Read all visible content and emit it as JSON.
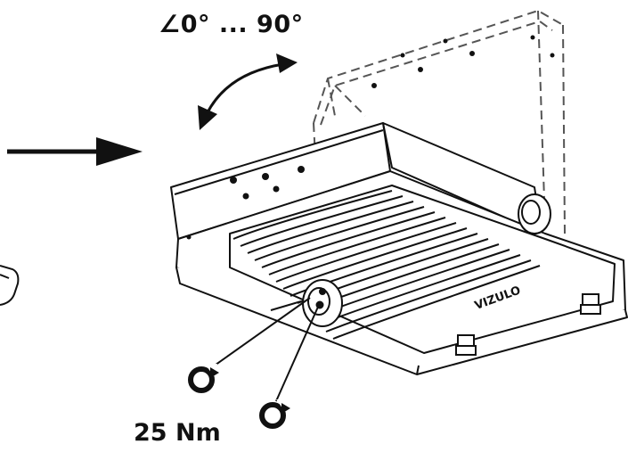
{
  "annotations": {
    "angle_range": "∠0° ... 90°",
    "torque": "25 Nm"
  },
  "product": {
    "brand_marking": "VIZULO"
  },
  "icons": {
    "angle": "angle-symbol-icon",
    "rotate_arrow": "curved-double-arrow-icon",
    "direction_arrow": "right-arrow-icon",
    "bolt_rotation": "rotation-circle-icon"
  },
  "colors": {
    "line": "#111111",
    "fill": "#ffffff",
    "dashed": "#555555"
  }
}
